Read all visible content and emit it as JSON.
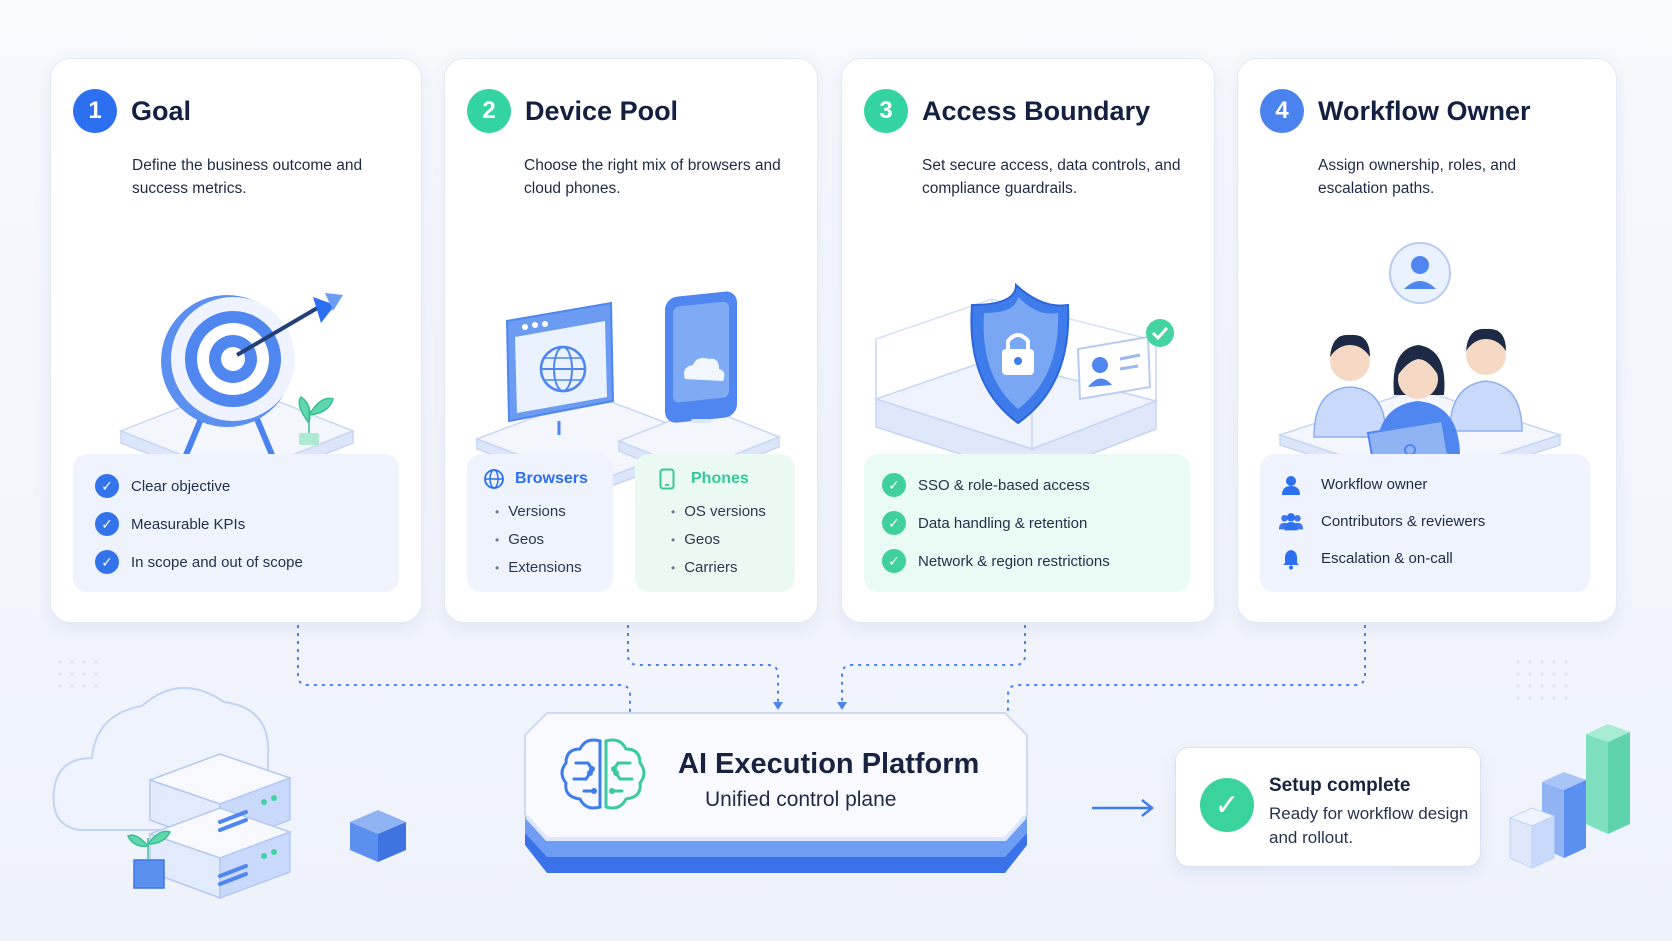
{
  "steps": [
    {
      "number": "1",
      "title": "Goal",
      "description": "Define the business outcome and success metrics.",
      "items": [
        "Clear objective",
        "Measurable KPIs",
        "In scope and out of scope"
      ]
    },
    {
      "number": "2",
      "title": "Device Pool",
      "description": "Choose the right mix of browsers and cloud phones.",
      "browsers": {
        "title": "Browsers",
        "items": [
          "Versions",
          "Geos",
          "Extensions"
        ]
      },
      "phones": {
        "title": "Phones",
        "items": [
          "OS versions",
          "Geos",
          "Carriers"
        ]
      }
    },
    {
      "number": "3",
      "title": "Access Boundary",
      "description": "Set secure access, data controls, and compliance guardrails.",
      "items": [
        "SSO & role-based access",
        "Data handling & retention",
        "Network & region restrictions"
      ]
    },
    {
      "number": "4",
      "title": "Workflow Owner",
      "description": "Assign ownership, roles, and escalation paths.",
      "items": [
        "Workflow owner",
        "Contributors & reviewers",
        "Escalation & on-call"
      ]
    }
  ],
  "platform": {
    "title": "AI Execution Platform",
    "subtitle": "Unified control plane"
  },
  "result": {
    "title": "Setup complete",
    "description": "Ready for workflow design and rollout."
  },
  "colors": {
    "blue": "#2c6ff0",
    "green": "#34d3a4",
    "text": "#132041"
  },
  "icons": [
    "target-icon",
    "browser-window-icon",
    "cloud-phone-icon",
    "shield-lock-icon",
    "id-card-icon",
    "team-icon",
    "brain-icon",
    "checkmark-icon",
    "arrow-right-icon",
    "cloud-server-icon",
    "bar-chart-icon"
  ]
}
